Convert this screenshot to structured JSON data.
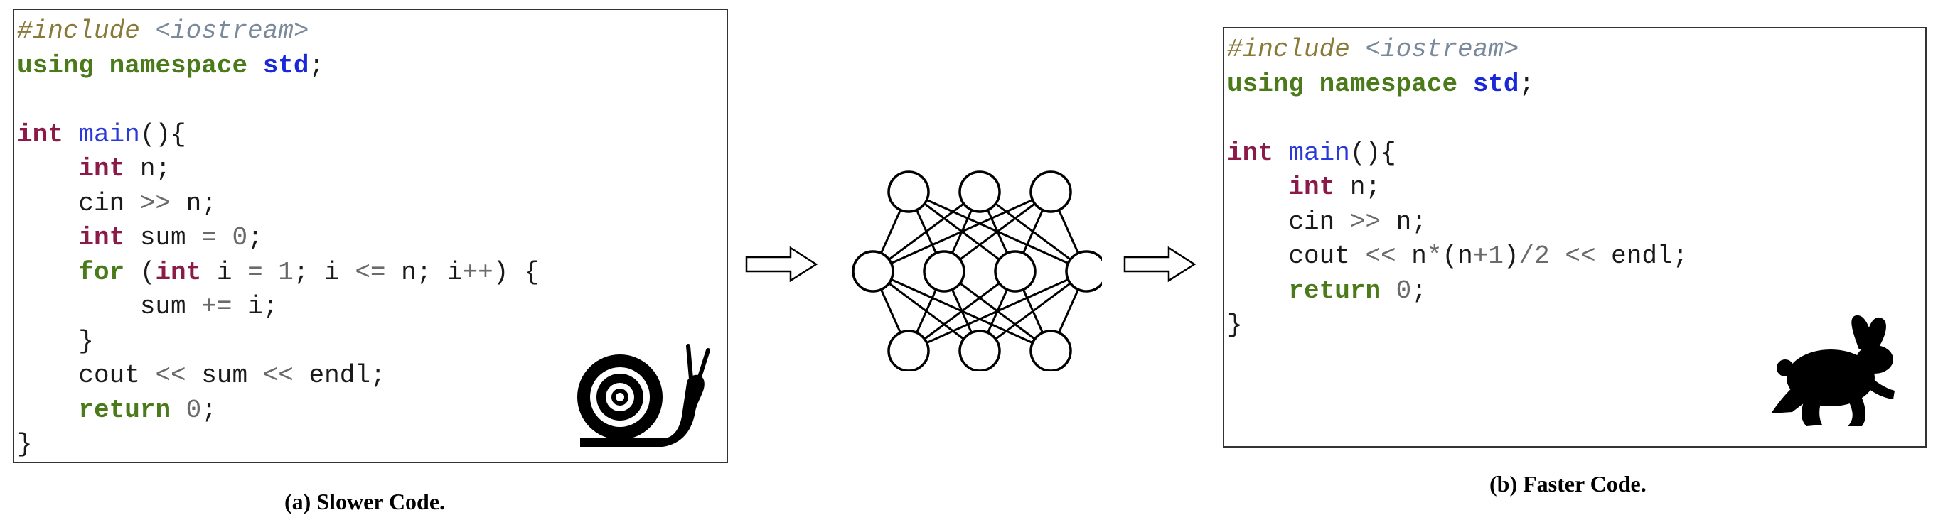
{
  "slower": {
    "caption": "(a) Slower Code.",
    "lines": [
      [
        {
          "t": "#include ",
          "c": "pp"
        },
        {
          "t": "<iostream>",
          "c": "hdr"
        }
      ],
      [
        {
          "t": "using",
          "c": "kw"
        },
        {
          "t": " ",
          "c": "plain"
        },
        {
          "t": "namespace",
          "c": "kw"
        },
        {
          "t": " ",
          "c": "plain"
        },
        {
          "t": "std",
          "c": "ns"
        },
        {
          "t": ";",
          "c": "plain"
        }
      ],
      [],
      [
        {
          "t": "int",
          "c": "type"
        },
        {
          "t": " ",
          "c": "plain"
        },
        {
          "t": "main",
          "c": "fn"
        },
        {
          "t": "(){",
          "c": "plain"
        }
      ],
      [
        {
          "t": "    ",
          "c": "plain"
        },
        {
          "t": "int",
          "c": "type"
        },
        {
          "t": " n;",
          "c": "plain"
        }
      ],
      [
        {
          "t": "    cin ",
          "c": "plain"
        },
        {
          "t": ">>",
          "c": "op"
        },
        {
          "t": " n;",
          "c": "plain"
        }
      ],
      [
        {
          "t": "    ",
          "c": "plain"
        },
        {
          "t": "int",
          "c": "type"
        },
        {
          "t": " sum ",
          "c": "plain"
        },
        {
          "t": "=",
          "c": "op"
        },
        {
          "t": " ",
          "c": "plain"
        },
        {
          "t": "0",
          "c": "num"
        },
        {
          "t": ";",
          "c": "plain"
        }
      ],
      [
        {
          "t": "    ",
          "c": "plain"
        },
        {
          "t": "for",
          "c": "kw"
        },
        {
          "t": " (",
          "c": "plain"
        },
        {
          "t": "int",
          "c": "type"
        },
        {
          "t": " i ",
          "c": "plain"
        },
        {
          "t": "=",
          "c": "op"
        },
        {
          "t": " ",
          "c": "plain"
        },
        {
          "t": "1",
          "c": "num"
        },
        {
          "t": "; i ",
          "c": "plain"
        },
        {
          "t": "<=",
          "c": "op"
        },
        {
          "t": " n; i",
          "c": "plain"
        },
        {
          "t": "++",
          "c": "op"
        },
        {
          "t": ") {",
          "c": "plain"
        }
      ],
      [
        {
          "t": "        sum ",
          "c": "plain"
        },
        {
          "t": "+=",
          "c": "op"
        },
        {
          "t": " i;",
          "c": "plain"
        }
      ],
      [
        {
          "t": "    }",
          "c": "plain"
        }
      ],
      [
        {
          "t": "    cout ",
          "c": "plain"
        },
        {
          "t": "<<",
          "c": "op"
        },
        {
          "t": " sum ",
          "c": "plain"
        },
        {
          "t": "<<",
          "c": "op"
        },
        {
          "t": " endl;",
          "c": "plain"
        }
      ],
      [
        {
          "t": "    ",
          "c": "plain"
        },
        {
          "t": "return",
          "c": "kw"
        },
        {
          "t": " ",
          "c": "plain"
        },
        {
          "t": "0",
          "c": "num"
        },
        {
          "t": ";",
          "c": "plain"
        }
      ],
      [
        {
          "t": "}",
          "c": "plain"
        }
      ]
    ],
    "icon": "snail-icon"
  },
  "faster": {
    "caption": "(b) Faster Code.",
    "lines": [
      [
        {
          "t": "#include ",
          "c": "pp"
        },
        {
          "t": "<iostream>",
          "c": "hdr"
        }
      ],
      [
        {
          "t": "using",
          "c": "kw"
        },
        {
          "t": " ",
          "c": "plain"
        },
        {
          "t": "namespace",
          "c": "kw"
        },
        {
          "t": " ",
          "c": "plain"
        },
        {
          "t": "std",
          "c": "ns"
        },
        {
          "t": ";",
          "c": "plain"
        }
      ],
      [],
      [
        {
          "t": "int",
          "c": "type"
        },
        {
          "t": " ",
          "c": "plain"
        },
        {
          "t": "main",
          "c": "fn"
        },
        {
          "t": "(){",
          "c": "plain"
        }
      ],
      [
        {
          "t": "    ",
          "c": "plain"
        },
        {
          "t": "int",
          "c": "type"
        },
        {
          "t": " n;",
          "c": "plain"
        }
      ],
      [
        {
          "t": "    cin ",
          "c": "plain"
        },
        {
          "t": ">>",
          "c": "op"
        },
        {
          "t": " n;",
          "c": "plain"
        }
      ],
      [
        {
          "t": "    cout ",
          "c": "plain"
        },
        {
          "t": "<<",
          "c": "op"
        },
        {
          "t": " n",
          "c": "plain"
        },
        {
          "t": "*",
          "c": "op"
        },
        {
          "t": "(n",
          "c": "plain"
        },
        {
          "t": "+",
          "c": "op"
        },
        {
          "t": "1",
          "c": "num"
        },
        {
          "t": ")",
          "c": "plain"
        },
        {
          "t": "/",
          "c": "op"
        },
        {
          "t": "2",
          "c": "num"
        },
        {
          "t": " ",
          "c": "plain"
        },
        {
          "t": "<<",
          "c": "op"
        },
        {
          "t": " endl;",
          "c": "plain"
        }
      ],
      [
        {
          "t": "    ",
          "c": "plain"
        },
        {
          "t": "return",
          "c": "kw"
        },
        {
          "t": " ",
          "c": "plain"
        },
        {
          "t": "0",
          "c": "num"
        },
        {
          "t": ";",
          "c": "plain"
        }
      ],
      [
        {
          "t": "}",
          "c": "plain"
        }
      ]
    ],
    "icon": "rabbit-icon"
  },
  "arrows": [
    "arrow-right-icon",
    "arrow-right-icon"
  ],
  "network": {
    "icon": "neural-network-icon",
    "layers": [
      3,
      4,
      3
    ]
  },
  "colors": {
    "keyword": "#4a7a1a",
    "type": "#8a1a48",
    "namespace": "#1a28d8",
    "function": "#2a3ad8",
    "preprocessor": "#8a7a3a",
    "operator": "#6a6a6a"
  }
}
